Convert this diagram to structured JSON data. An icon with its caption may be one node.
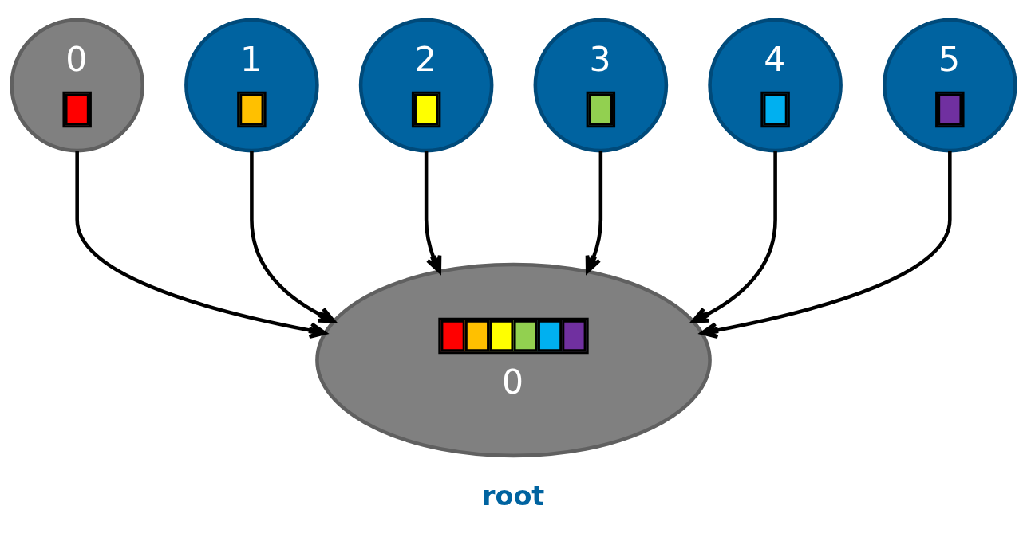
{
  "diagram": {
    "nodes": [
      {
        "text": [
          "0"
        ]
      },
      {
        "text": [
          "1"
        ]
      },
      {
        "text": [
          "2"
        ]
      },
      {
        "text": [
          "3"
        ]
      },
      {
        "text": [
          "4"
        ]
      },
      {
        "text": [
          "5"
        ]
      },
      {
        "text": [
          "0"
        ],
        "beside": [
          "root"
        ]
      }
    ],
    "edges": [
      {
        "from": 0,
        "to": 6,
        "arrow": "to"
      },
      {
        "from": 1,
        "to": 6,
        "arrow": "to"
      },
      {
        "from": 2,
        "to": 6,
        "arrow": "to"
      },
      {
        "from": 3,
        "to": 6,
        "arrow": "to"
      },
      {
        "from": 4,
        "to": 6,
        "arrow": "to"
      },
      {
        "from": 5,
        "to": 6,
        "arrow": "to"
      }
    ]
  }
}
